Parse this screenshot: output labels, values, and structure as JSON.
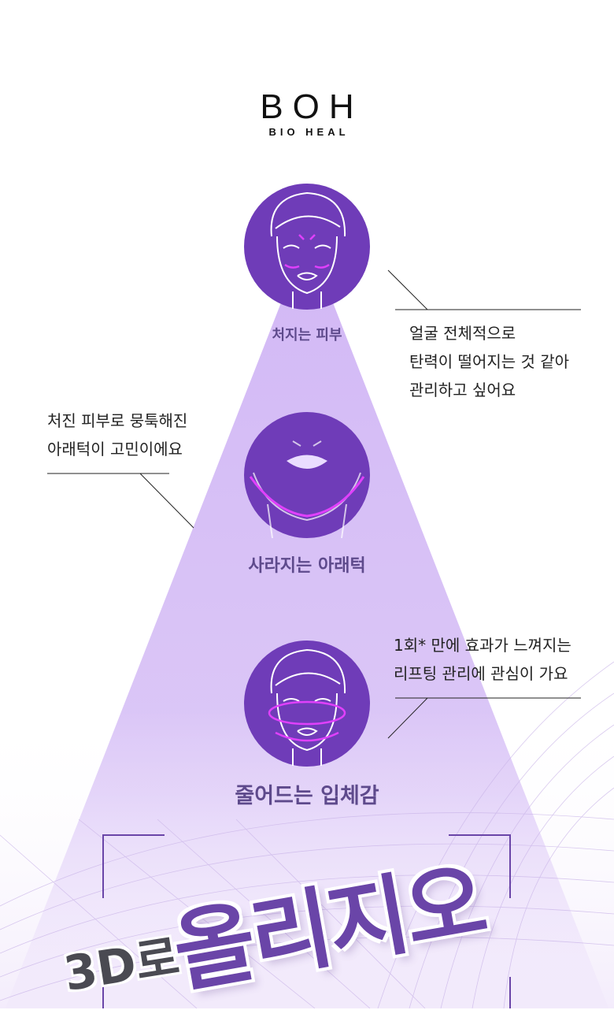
{
  "brand": {
    "logo_main": "BOH",
    "logo_sub": "BIO HEAL"
  },
  "items": [
    {
      "label": "처지는 피부",
      "note_lines": [
        "얼굴 전체적으로",
        "탄력이 떨어지는 것 같아",
        "관리하고 싶어요"
      ]
    },
    {
      "label": "사라지는 아래턱",
      "note_lines": [
        "처진 피부로 뭉툭해진",
        "아래턱이 고민이에요"
      ]
    },
    {
      "label": "줄어드는 입체감",
      "note_lines": [
        "1회* 만에 효과가 느껴지는",
        "리프팅 관리에 관심이 가요"
      ]
    }
  ],
  "headline": {
    "prefix": "3D로",
    "main": "올리지오"
  },
  "colors": {
    "circle": "#6f3cb8",
    "cone": "#d6bff6",
    "accent": "#e040fb",
    "label": "#5e4a8c"
  }
}
